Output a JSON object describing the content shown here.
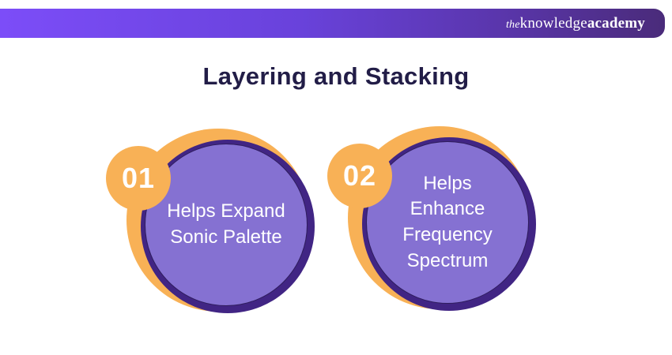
{
  "brand": {
    "the": "the",
    "knowledge": "knowledge",
    "academy": "academy"
  },
  "title": "Layering and Stacking",
  "items": [
    {
      "number": "01",
      "label": "Helps Expand Sonic Palette",
      "lines": [
        "Helps Expand",
        "Sonic Palette"
      ]
    },
    {
      "number": "02",
      "label": "Helps Enhance Frequency Spectrum",
      "lines": [
        "Helps",
        "Enhance",
        "Frequency",
        "Spectrum"
      ]
    }
  ],
  "colors": {
    "bar_gradient_start": "#7C4DF8",
    "bar_gradient_end": "#4A2B7A",
    "accent_yellow": "#F8B156",
    "ring_dark_purple": "#412584",
    "circle_fill_purple": "#8571D2",
    "title_color": "#221D47",
    "text_white": "#FFFFFF"
  }
}
